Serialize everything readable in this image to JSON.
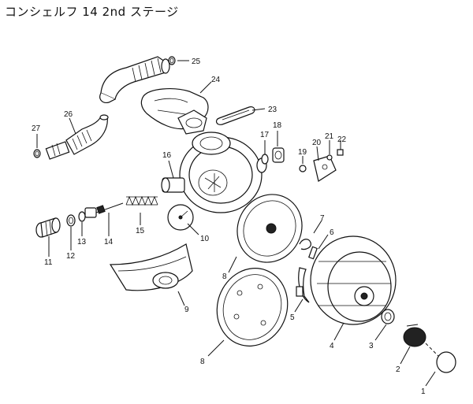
{
  "title": "コンシェルフ 14 2nd ステージ",
  "labels": {
    "n1": "1",
    "n2": "2",
    "n3": "3",
    "n4": "4",
    "n5": "5",
    "n6": "6",
    "n7": "7",
    "n8a": "8",
    "n8b": "8",
    "n9": "9",
    "n10": "10",
    "n11": "11",
    "n12": "12",
    "n13": "13",
    "n14": "14",
    "n15": "15",
    "n16": "16",
    "n17": "17",
    "n18": "18",
    "n19": "19",
    "n20": "20",
    "n21": "21",
    "n22": "22",
    "n23": "23",
    "n24": "24",
    "n25": "25",
    "n26": "26",
    "n27": "27"
  }
}
